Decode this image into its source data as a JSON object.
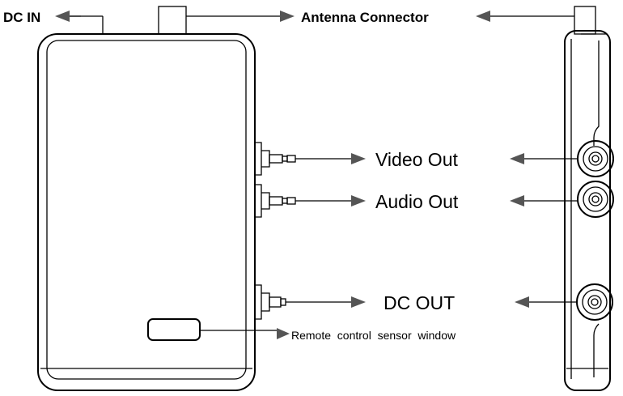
{
  "labels": {
    "dc_in": "DC IN",
    "antenna_connector": "Antenna Connector",
    "video_out": "Video Out",
    "audio_out": "Audio Out",
    "dc_out": "DC OUT",
    "remote_sensor": "Remote  control  sensor  window"
  },
  "colors": {
    "outline": "#000000",
    "arrowhead": "#555555",
    "background": "#ffffff"
  }
}
